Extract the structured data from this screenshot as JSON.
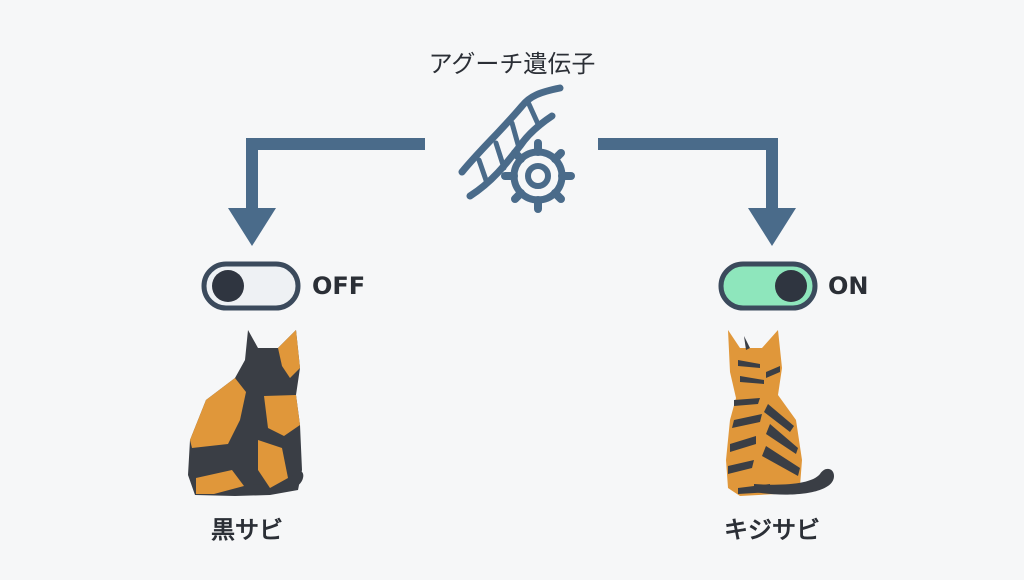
{
  "title": "アグーチ遺伝子",
  "left": {
    "state": "OFF",
    "name": "黒サビ",
    "on": false
  },
  "right": {
    "state": "ON",
    "name": "キジサビ",
    "on": true
  },
  "icons": {
    "center": "dna-gear-icon",
    "left_cat": "tortoiseshell-cat-icon",
    "right_cat": "brown-tabby-cat-icon"
  },
  "colors": {
    "arrow": "#4a6b8a",
    "outline": "#3b4a5c",
    "toggle_off_fill": "#eef1f4",
    "toggle_on_fill": "#8ee6bc",
    "knob": "#2f3540",
    "cat_dark": "#3a3e45",
    "cat_orange": "#e0973a"
  }
}
